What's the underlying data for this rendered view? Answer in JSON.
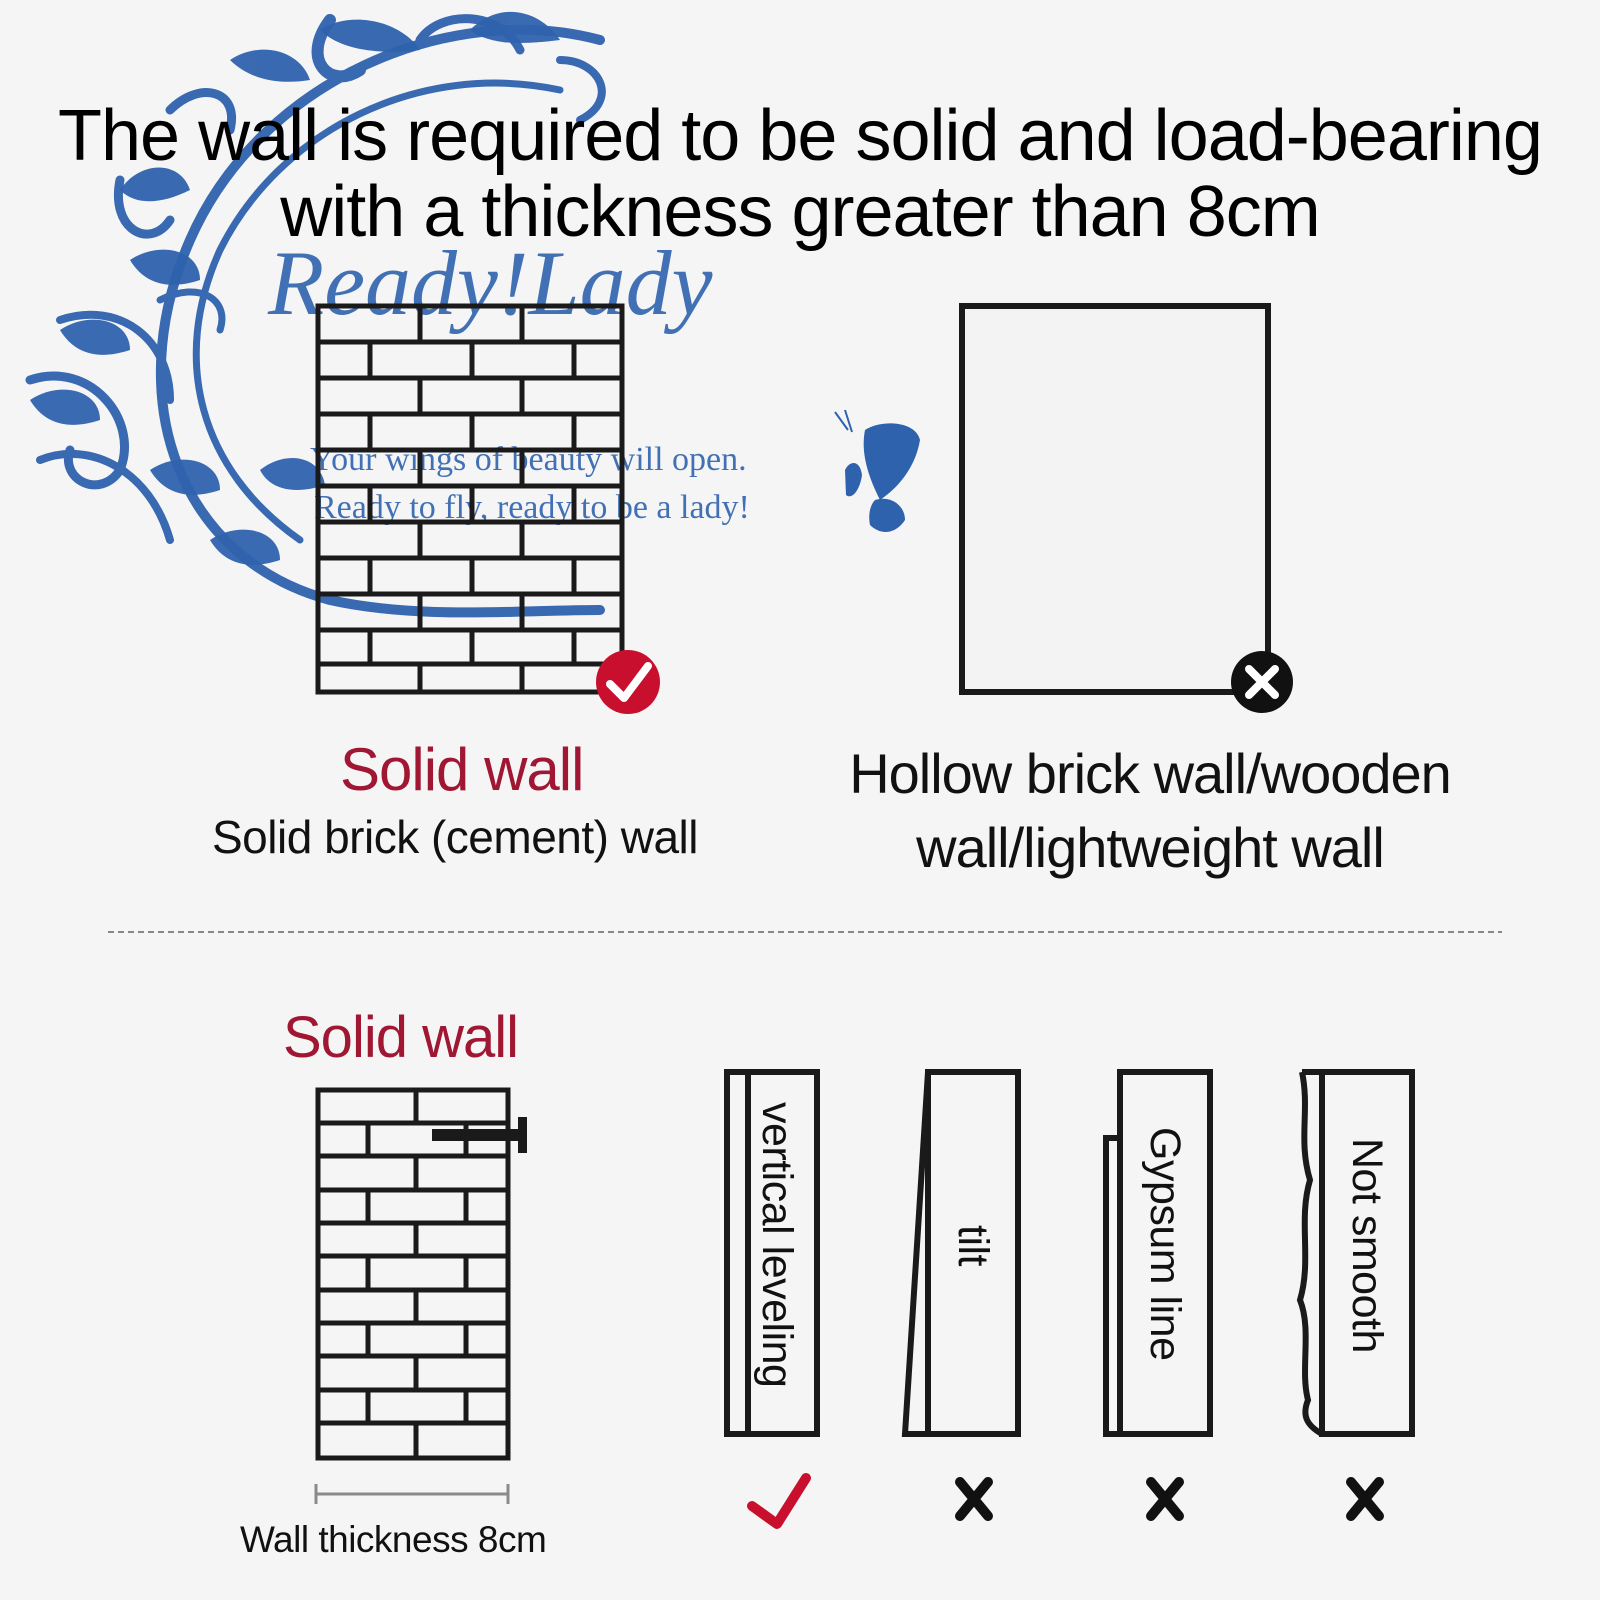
{
  "headline": {
    "line1": "The wall is required to be solid and load-bearing",
    "line2": "with a thickness greater than 8cm"
  },
  "watermark": {
    "brand": "Ready!Lady",
    "tagline1": "Your wings of beauty will open.",
    "tagline2": "Ready to fly, ready to be a lady!",
    "color": "#2f62ad"
  },
  "top_section": {
    "solid": {
      "title": "Solid wall",
      "subtitle": "Solid brick (cement) wall",
      "badge": "check-icon",
      "badge_color": "#c8102e"
    },
    "hollow": {
      "line1": "Hollow brick wall/wooden",
      "line2": "wall/lightweight wall",
      "badge": "x-icon",
      "badge_color": "#111111"
    }
  },
  "bottom_section": {
    "title": "Solid wall",
    "thickness_label": "Wall thickness 8cm",
    "conditions": [
      {
        "label": "vertical leveling",
        "result": "check-icon"
      },
      {
        "label": "tilt",
        "result": "x-icon"
      },
      {
        "label": "Gypsum line",
        "result": "x-icon"
      },
      {
        "label": "Not smooth",
        "result": "x-icon"
      }
    ]
  },
  "colors": {
    "accent_red": "#a01733",
    "check_red": "#c8102e",
    "ink": "#111111"
  }
}
